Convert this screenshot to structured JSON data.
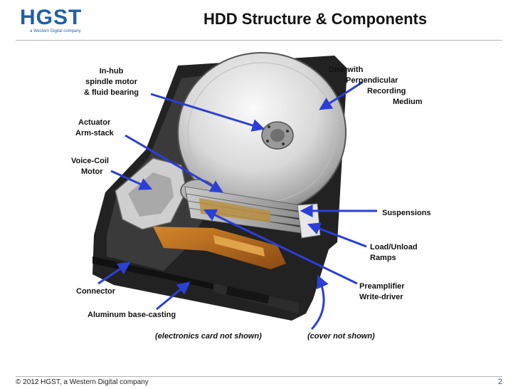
{
  "header": {
    "logo": "HGST",
    "logo_sub": "a Western Digital company",
    "title": "HDD Structure & Components"
  },
  "labels": {
    "spindle": [
      "In-hub",
      "spindle motor",
      "& fluid bearing"
    ],
    "disk": [
      "Disk with",
      "Perpendicular",
      "Recording",
      "Medium"
    ],
    "actuator": [
      "Actuator",
      "Arm-stack"
    ],
    "voice_coil": [
      "Voice-Coil",
      "Motor"
    ],
    "suspensions": "Suspensions",
    "ramps": [
      "Load/Unload",
      "Ramps"
    ],
    "preamp": [
      "Preamplifier",
      "Write-driver"
    ],
    "connector": "Connector",
    "base": "Aluminum base-casting",
    "electronics_note": "(electronics card not shown)",
    "cover_note": "(cover not shown)"
  },
  "footer": {
    "copyright": "© 2012 HGST, a Western Digital company",
    "page": "2"
  },
  "colors": {
    "brand_blue": "#1f5fa8",
    "arrow_blue": "#2b3fd6"
  }
}
